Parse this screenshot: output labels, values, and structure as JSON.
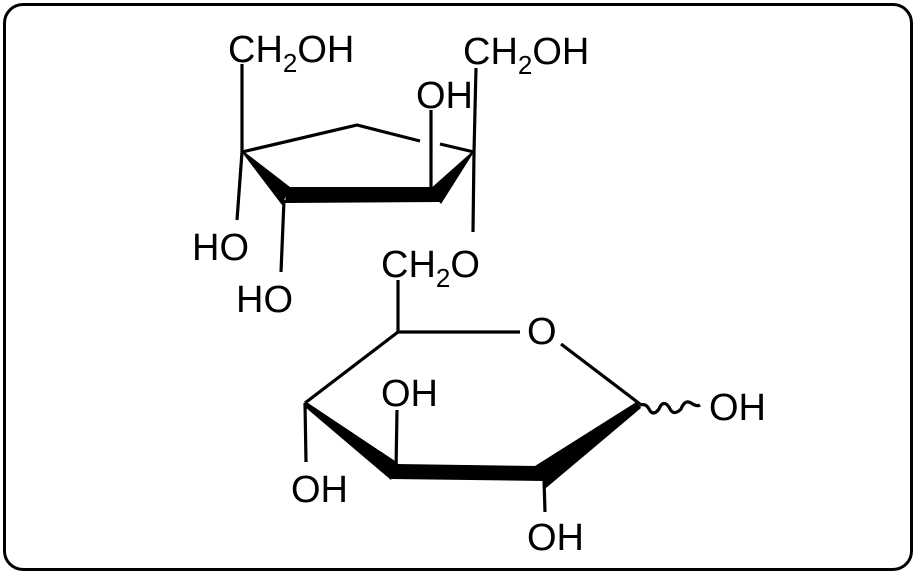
{
  "diagram": {
    "type": "chemical-structure",
    "description": "Haworth projection of sucrose-like disaccharide: fructofuranose linked via CH2O to glucopyranose",
    "colors": {
      "line": "#000000",
      "background": "#ffffff",
      "frame": "#000000"
    },
    "furanose_ring": {
      "labels": {
        "ch2oh_left": {
          "main": "CH",
          "sub": "2",
          "tail": "OH"
        },
        "ch2oh_right": {
          "main": "CH",
          "sub": "2",
          "tail": "OH"
        },
        "oh_top": "OH",
        "ho_left": "HO",
        "ho_lower": "HO"
      }
    },
    "linkage": {
      "main": "CH",
      "sub": "2",
      "tail": "O"
    },
    "pyranose_ring": {
      "labels": {
        "ring_o": "O",
        "oh_anomeric": "OH",
        "oh_c3_up": "OH",
        "oh_c4_down": "OH",
        "oh_c2_down": "OH"
      },
      "anomeric_bond": "wavy"
    }
  }
}
